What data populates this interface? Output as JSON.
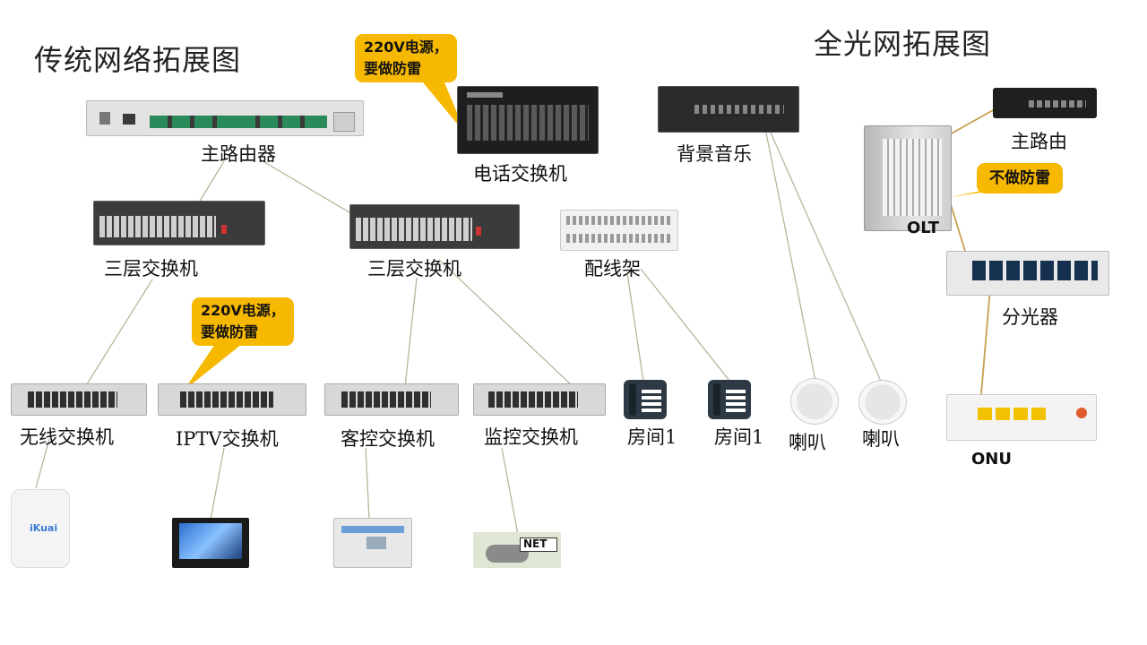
{
  "traditional": {
    "title": "传统网络拓展图",
    "main_router": "主路由器",
    "phone_exchange": "电话交换机",
    "l3_switch_left": "三层交换机",
    "l3_switch_right": "三层交换机",
    "patch_panel": "配线架",
    "wireless_switch": "无线交换机",
    "iptv_switch": "IPTV交换机",
    "guest_control_switch": "客控交换机",
    "monitor_switch": "监控交换机",
    "room1_a": "房间1",
    "room1_b": "房间1",
    "callout_top_line1": "220V电源，",
    "callout_top_line2": "要做防雷",
    "callout_mid_line1": "220V电源，",
    "callout_mid_line2": "要做防雷",
    "camera_label": "NET"
  },
  "background_music": {
    "label": "背景音乐",
    "speaker_a": "喇叭",
    "speaker_b": "喇叭"
  },
  "all_optical": {
    "title": "全光网拓展图",
    "main_router": "主路由",
    "olt": "OLT",
    "callout": "不做防雷",
    "splitter": "分光器",
    "onu": "ONU",
    "ap_brand": "iKuai"
  },
  "colors": {
    "callout": "#f6b800",
    "line": "#b9b59a",
    "fiber": "#c8a050"
  }
}
